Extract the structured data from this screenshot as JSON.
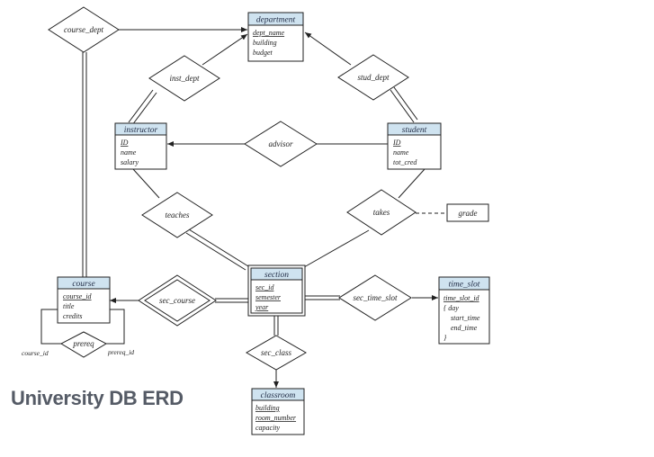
{
  "title": "University DB ERD",
  "entities": {
    "department": {
      "name": "department",
      "attrs": [
        "dept_name",
        "building",
        "budget"
      ]
    },
    "instructor": {
      "name": "instructor",
      "attrs": [
        "ID",
        "name",
        "salary"
      ]
    },
    "student": {
      "name": "student",
      "attrs": [
        "ID",
        "name",
        "tot_cred"
      ]
    },
    "section": {
      "name": "section",
      "attrs": [
        "sec_id",
        "semester",
        "year"
      ]
    },
    "course": {
      "name": "course",
      "attrs": [
        "course_id",
        "title",
        "credits"
      ]
    },
    "time_slot": {
      "name": "time_slot",
      "attrs": [
        "time_slot_id",
        "{  day",
        "start_time",
        "end_time",
        "}"
      ]
    },
    "classroom": {
      "name": "classroom",
      "attrs": [
        "building",
        "room_number",
        "capacity"
      ]
    }
  },
  "relationships": {
    "course_dept": "course_dept",
    "inst_dept": "inst_dept",
    "stud_dept": "stud_dept",
    "advisor": "advisor",
    "teaches": "teaches",
    "takes": "takes",
    "sec_course": "sec_course",
    "sec_time_slot": "sec_time_slot",
    "sec_class": "sec_class",
    "prereq": "prereq"
  },
  "attributes": {
    "grade": "grade"
  },
  "role_labels": {
    "course_id": "course_id",
    "prereq_id": "prereq_id"
  },
  "colors": {
    "entity_header": "#cfe3f0",
    "line": "#222222",
    "fill": "#ffffff"
  }
}
